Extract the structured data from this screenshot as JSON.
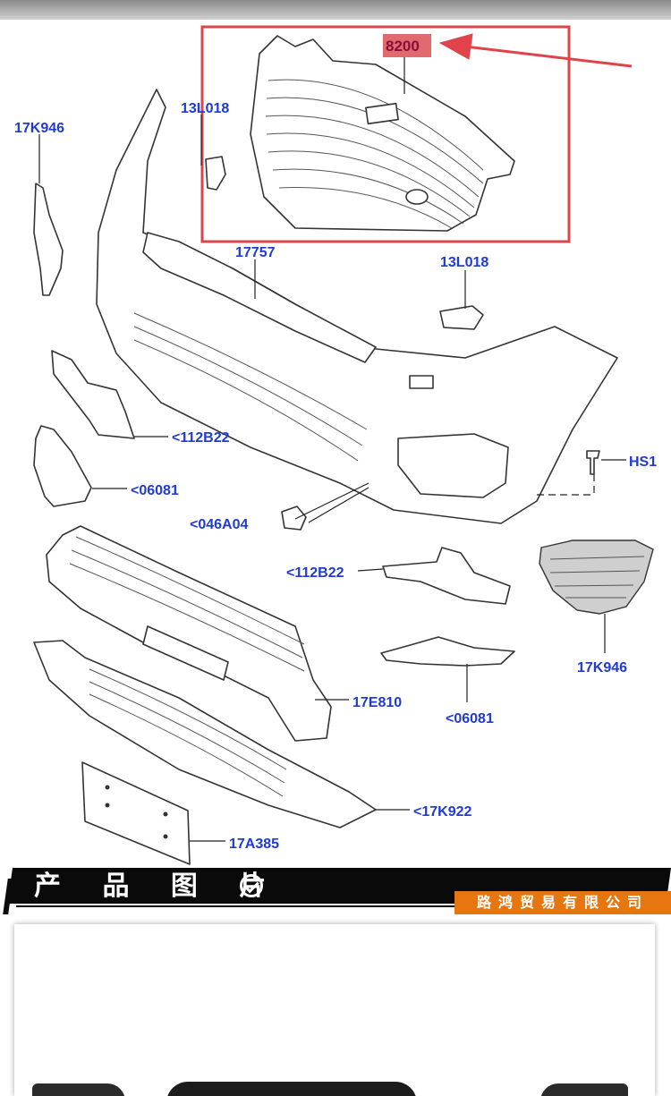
{
  "diagram": {
    "highlight": {
      "label": "8200"
    },
    "labels": {
      "l_17K946_top": "17K946",
      "l_13L018_top": "13L018",
      "l_17757": "17757",
      "l_13L018_right": "13L018",
      "l_112B22_left": "<112B22",
      "l_06081_left": "<06081",
      "l_HS1": "HS1",
      "l_046A04": "<046A04",
      "l_112B22_right": "<112B22",
      "l_17K946_right": "17K946",
      "l_17E810": "17E810",
      "l_06081_right": "<06081",
      "l_17K922": "<17K922",
      "l_17A385": "17A385"
    }
  },
  "section": {
    "title": "产 品 图 片",
    "company": "路鸿贸易有限公司"
  },
  "colors": {
    "label_blue": "#1f3bd1",
    "highlight_red": "#e0444a",
    "bar_black": "#0a0a0a",
    "company_orange": "#e8760f"
  }
}
